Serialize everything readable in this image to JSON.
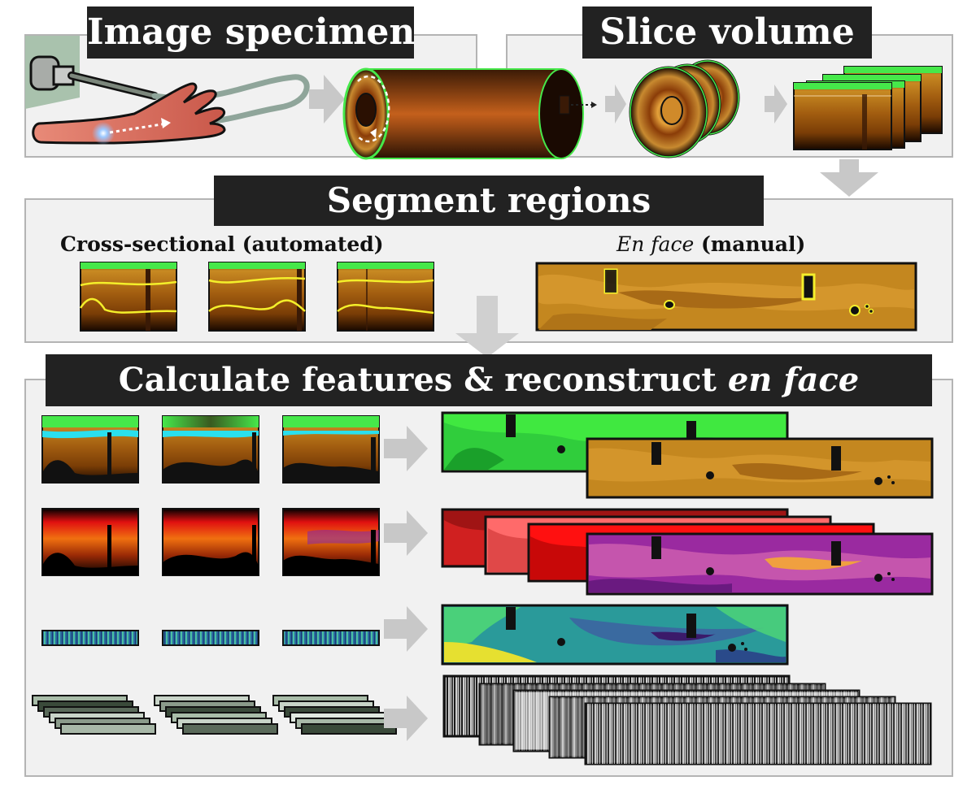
{
  "steps": {
    "image_specimen": "Image specimen",
    "slice_volume": "Slice volume",
    "segment_regions": "Segment regions",
    "calculate_a": "Calculate features & reconstruct ",
    "calculate_b": "en face"
  },
  "segment": {
    "cross_label": "Cross-sectional (automated)",
    "enface_italic": "En face",
    "enface_rest": " (manual)"
  },
  "colors": {
    "banner": "#222222",
    "panel": "#f1f1f1",
    "panel_border": "#b4b4b4",
    "tissue_brown": "#c4871f",
    "lumen_green": "#46e84a",
    "lipid_cyan": "#2ae0ee",
    "contour_yellow": "#f4ef2a",
    "arrow_gray": "#c8c8c8"
  },
  "icons": [
    "oct-machine-icon",
    "catheter-icon",
    "hand-icon",
    "vessel-cylinder-icon",
    "cross-section-disc-icon",
    "flow-arrow-icon"
  ]
}
